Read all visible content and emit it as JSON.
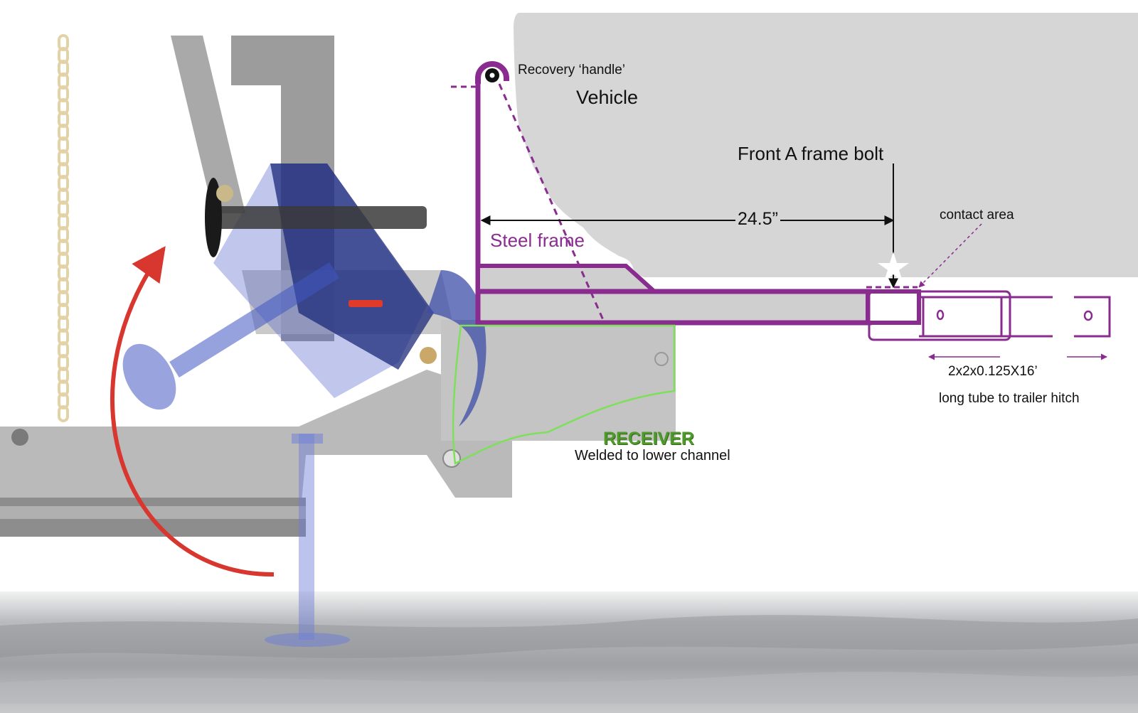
{
  "labels": {
    "recovery_handle": "Recovery ‘handle’",
    "vehicle": "Vehicle",
    "front_a_frame_bolt": "Front A frame bolt",
    "dimension": "24.5”",
    "contact_area": "contact area",
    "steel_frame": "Steel frame",
    "tube_size": "2x2x0.125X16’",
    "tube_description": "long tube to trailer hitch",
    "receiver_title": "RECEIVER",
    "receiver_note": "Welded to lower channel"
  },
  "colors": {
    "steel_frame": "#8a2c8f",
    "vehicle_body": "#d6d6d6",
    "receiver_outline": "#7ee05a",
    "rotation_arrow": "#d8372f",
    "jack_mechanism": "#2c3a8f",
    "chain": "#e8d9b0",
    "ground": "#a8aaad"
  },
  "icons": [
    "star-icon",
    "chain-icon",
    "rotation-arrow-icon"
  ]
}
